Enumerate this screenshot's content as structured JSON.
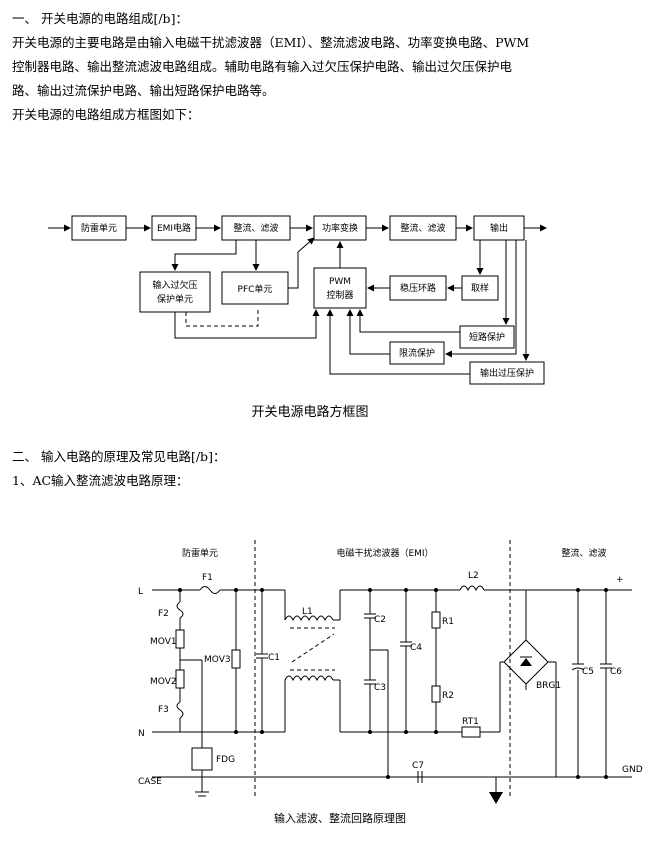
{
  "section1": {
    "heading": "一、  开关电源的电路组成[/b]：",
    "para_line1": "开关电源的主要电路是由输入电磁干扰滤波器（EMI）、整流滤波电路、功率变换电路、PWM",
    "para_line2": "控制器电路、输出整流滤波电路组成。辅助电路有输入过欠压保护电路、输出过欠压保护电",
    "para_line3": "路、输出过流保护电路、输出短路保护电路等。",
    "intro": "开关电源的电路组成方框图如下："
  },
  "block_diagram": {
    "boxes": {
      "lightning": "防雷单元",
      "emi": "EMI电路",
      "rect1": "整流、滤波",
      "power": "功率变换",
      "rect2": "整流、滤波",
      "output": "输出",
      "input_prot_1": "输入过欠压",
      "input_prot_2": "保护单元",
      "pfc": "PFC单元",
      "pwm_1": "PWM",
      "pwm_2": "控制器",
      "regulator": "稳压环路",
      "sample": "取样",
      "short": "短路保护",
      "current": "限流保护",
      "ovp": "输出过压保护"
    },
    "caption": "开关电源电路方框图"
  },
  "section2": {
    "heading": "二、  输入电路的原理及常见电路[/b]：",
    "sub": "1、AC输入整流滤波电路原理："
  },
  "schematic": {
    "region_lightning": "防雷单元",
    "region_emi": "电磁干扰滤波器（EMI）",
    "region_rect": "整流、滤波",
    "labels": {
      "L": "L",
      "N": "N",
      "CASE": "CASE",
      "GND": "GND",
      "plus": "+",
      "F1": "F1",
      "F2": "F2",
      "F3": "F3",
      "MOV1": "MOV1",
      "MOV2": "MOV2",
      "MOV3": "MOV3",
      "C1": "C1",
      "C2": "C2",
      "C3": "C3",
      "C4": "C4",
      "C5": "C5",
      "C6": "C6",
      "C7": "C7",
      "L1": "L1",
      "L2": "L2",
      "R1": "R1",
      "R2": "R2",
      "RT1": "RT1",
      "BRG1": "BRG1",
      "FDG": "FDG"
    },
    "caption": "输入滤波、整流回路原理图"
  }
}
